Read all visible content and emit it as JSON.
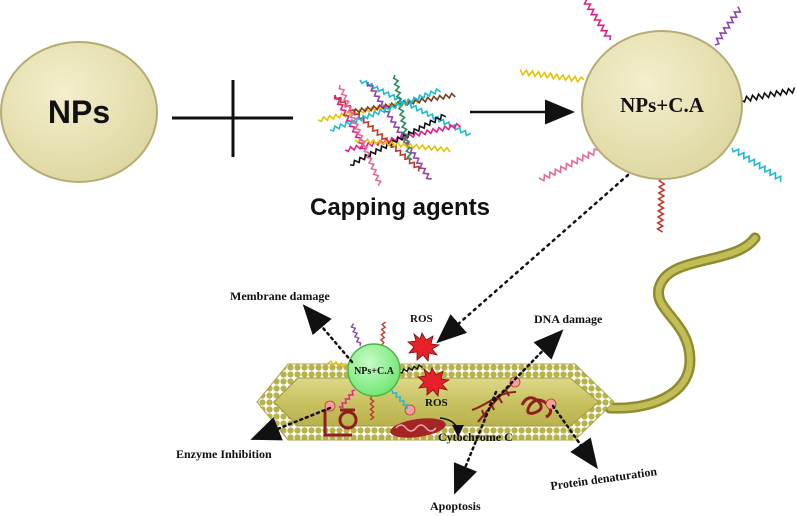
{
  "top": {
    "nps_label": "NPs",
    "capping_label": "Capping agents",
    "nps_ca_label": "NPs+C.A"
  },
  "cell": {
    "small_np_label": "NPs+C.A",
    "ros_top": "ROS",
    "ros_bottom": "ROS",
    "membrane_damage": "Membrane damage",
    "dna_damage": "DNA damage",
    "enzyme_inhibition": "Enzyme Inhibition",
    "cytochrome_c": "Cytochrome C",
    "protein_denaturation": "Protein denaturation",
    "apoptosis": "Apoptosis"
  },
  "colors": {
    "np_fill": "#e8e2b4",
    "np_stroke": "#b4ad72",
    "small_np_fill": "#8ff08f",
    "membrane_dot": "#b8b54a",
    "cell_inner": "#c9c466",
    "flagellum": "#9e9a3a",
    "ros": "#e8202a",
    "organelle": "#a52525"
  }
}
